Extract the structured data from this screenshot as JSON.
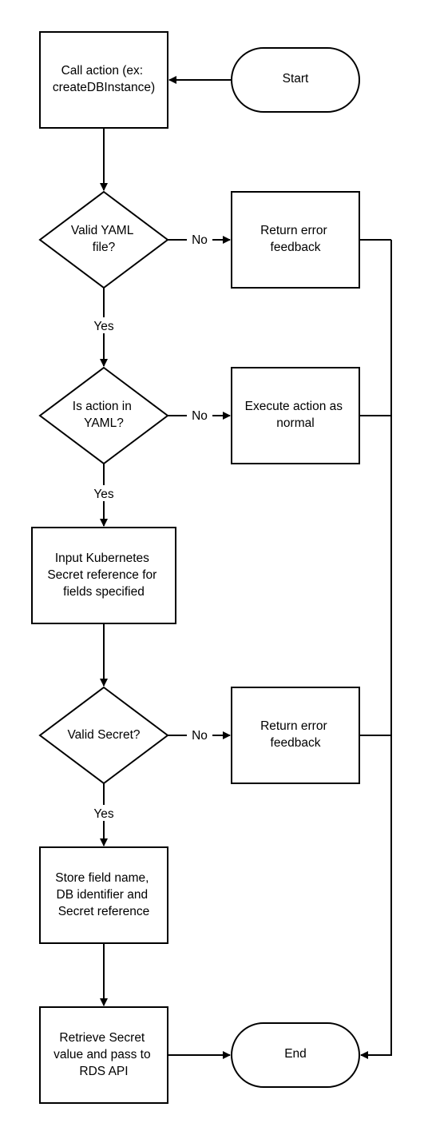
{
  "nodes": {
    "start": {
      "lines": [
        "Start"
      ]
    },
    "call_action": {
      "lines": [
        "Call action (ex:",
        "createDBInstance)"
      ]
    },
    "valid_yaml": {
      "lines": [
        "Valid YAML",
        "file?"
      ]
    },
    "return_error_1": {
      "lines": [
        "Return error",
        "feedback"
      ]
    },
    "is_action_in_yaml": {
      "lines": [
        "Is action in",
        "YAML?"
      ]
    },
    "execute_action": {
      "lines": [
        "Execute action as",
        "normal"
      ]
    },
    "input_secret_ref": {
      "lines": [
        "Input Kubernetes",
        "Secret reference for",
        "fields specified"
      ]
    },
    "valid_secret": {
      "lines": [
        "Valid Secret?"
      ]
    },
    "return_error_2": {
      "lines": [
        "Return error",
        "feedback"
      ]
    },
    "store_field": {
      "lines": [
        "Store field name,",
        "DB identifier and",
        "Secret reference"
      ]
    },
    "retrieve_secret": {
      "lines": [
        "Retrieve Secret",
        "value and pass to",
        "RDS API"
      ]
    },
    "end": {
      "lines": [
        "End"
      ]
    }
  },
  "edge_labels": {
    "yaml_no": "No",
    "yaml_yes": "Yes",
    "action_no": "No",
    "action_yes": "Yes",
    "secret_no": "No",
    "secret_yes": "Yes"
  }
}
